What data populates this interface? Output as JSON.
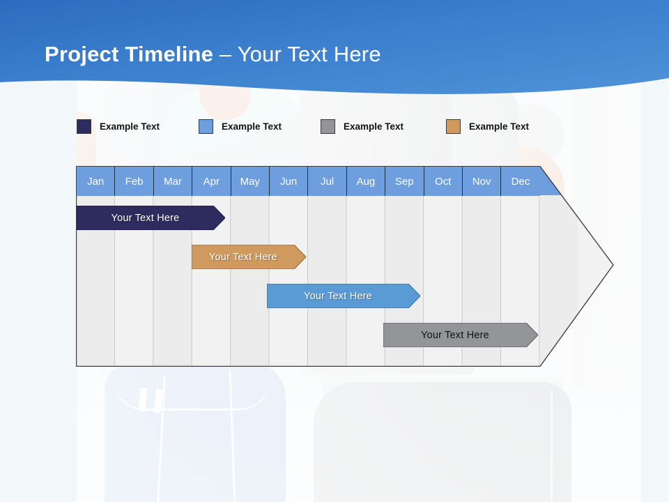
{
  "slide": {
    "title_strong": "Project Timeline",
    "title_light": " – Your Text Here"
  },
  "legend": {
    "items": [
      {
        "label": "Example Text",
        "color": "#2e2b5f",
        "icon": "legend-swatch-navy"
      },
      {
        "label": "Example Text",
        "color": "#6f9ede",
        "icon": "legend-swatch-blue"
      },
      {
        "label": "Example Text",
        "color": "#939598",
        "icon": "legend-swatch-gray"
      },
      {
        "label": "Example Text",
        "color": "#d09a5e",
        "icon": "legend-swatch-orange"
      }
    ]
  },
  "chart_data": {
    "type": "bar",
    "title": "Project Timeline – Your Text Here",
    "xlabel": "",
    "ylabel": "",
    "categories": [
      "Jan",
      "Feb",
      "Mar",
      "Apr",
      "May",
      "Jun",
      "Jul",
      "Aug",
      "Sep",
      "Oct",
      "Nov",
      "Dec"
    ],
    "legend_position": "top",
    "grid": true,
    "series": [
      {
        "name": "Example Text",
        "label": "Your  Text Here",
        "color": "#2e2b5f",
        "text_color": "#ffffff",
        "start_month": "Jan",
        "end_month": "Apr",
        "row": 1
      },
      {
        "name": "Example Text",
        "label": "Your  Text Here",
        "color": "#d09a5e",
        "text_color": "#ffffff",
        "start_month": "Apr",
        "end_month": "Jul",
        "row": 2
      },
      {
        "name": "Example Text",
        "label": "Your  Text Here",
        "color": "#5b9bd5",
        "text_color": "#ffffff",
        "start_month": "Jun",
        "end_month": "Sep",
        "row": 3
      },
      {
        "name": "Example Text",
        "label": "Your  Text Here",
        "color": "#939598",
        "text_color": "#111111",
        "start_month": "Sep",
        "end_month": "Dec",
        "row": 4
      }
    ]
  },
  "bars": [
    {
      "label": "Your  Text Here",
      "name": "timeline-bar-navy"
    },
    {
      "label": "Your  Text Here",
      "name": "timeline-bar-orange"
    },
    {
      "label": "Your  Text Here",
      "name": "timeline-bar-blue"
    },
    {
      "label": "Your  Text Here",
      "name": "timeline-bar-gray"
    }
  ],
  "colors": {
    "banner_top": "#2f72c4",
    "banner_bottom": "#4a8fd8",
    "header_blue": "#6f9ede",
    "column_shade": "#ececec",
    "column_plain": "#ffffff",
    "arrow_fill": "#f2f2f2",
    "arrow_stroke": "#404040"
  }
}
